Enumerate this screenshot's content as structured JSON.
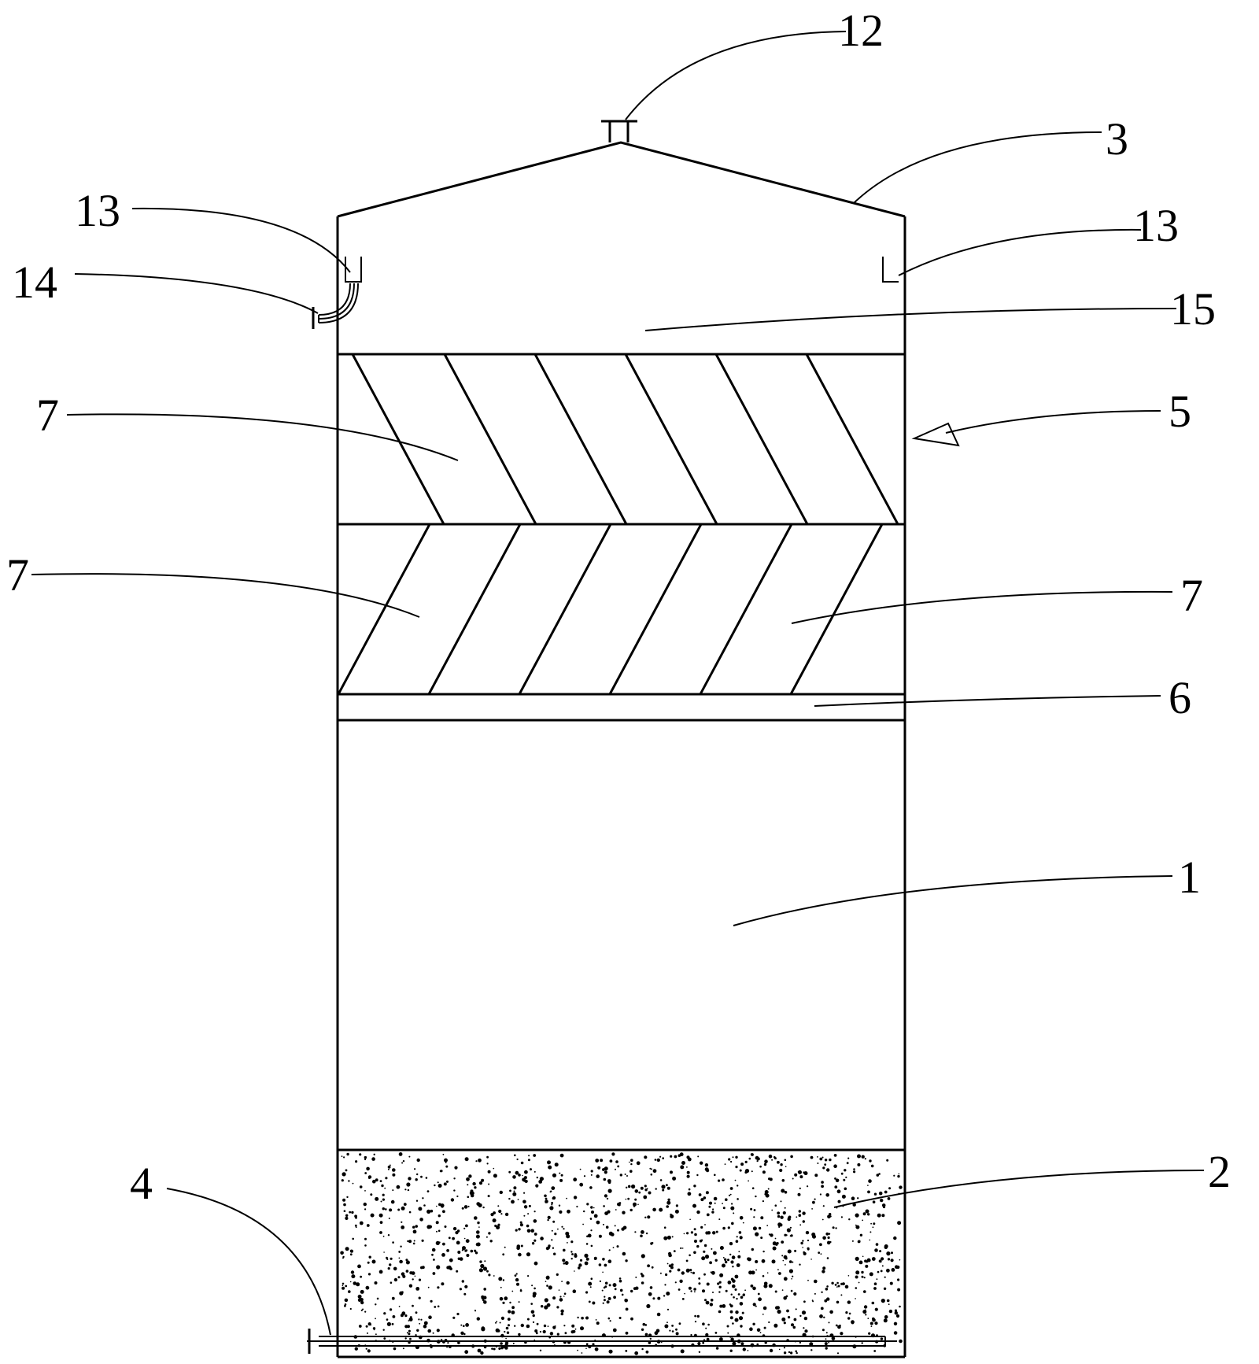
{
  "figure": {
    "labels": {
      "l1": "1",
      "l2": "2",
      "l3": "3",
      "l4": "4",
      "l5": "5",
      "l6": "6",
      "l7a": "7",
      "l7b": "7",
      "l7c": "7",
      "l12": "12",
      "l13a": "13",
      "l13b": "13",
      "l14": "14",
      "l15": "15"
    }
  }
}
